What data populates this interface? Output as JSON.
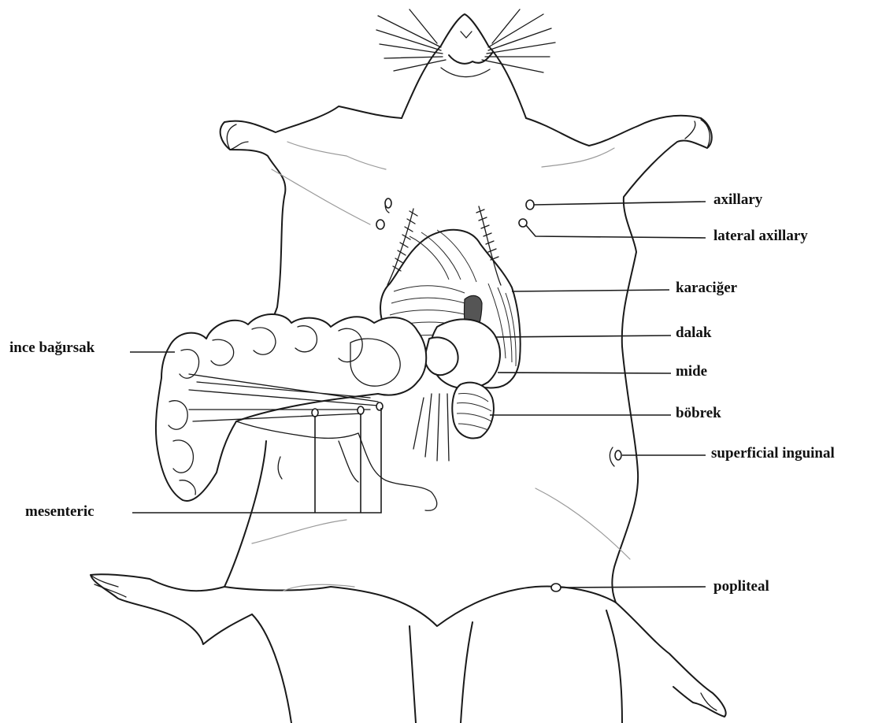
{
  "labels": {
    "axillary": "axillary",
    "lateral_axillary": "lateral axillary",
    "karaciger": "karaciğer",
    "dalak": "dalak",
    "mide": "mide",
    "bobrek": "böbrek",
    "superficial_inguinal": "superficial inguinal",
    "popliteal": "popliteal",
    "ince_bagirsak": "ince bağırsak",
    "mesenteric": "mesenteric"
  },
  "colors": {
    "ink": "#1a1a1a",
    "faint": "#9a9a9a",
    "background": "#ffffff"
  }
}
